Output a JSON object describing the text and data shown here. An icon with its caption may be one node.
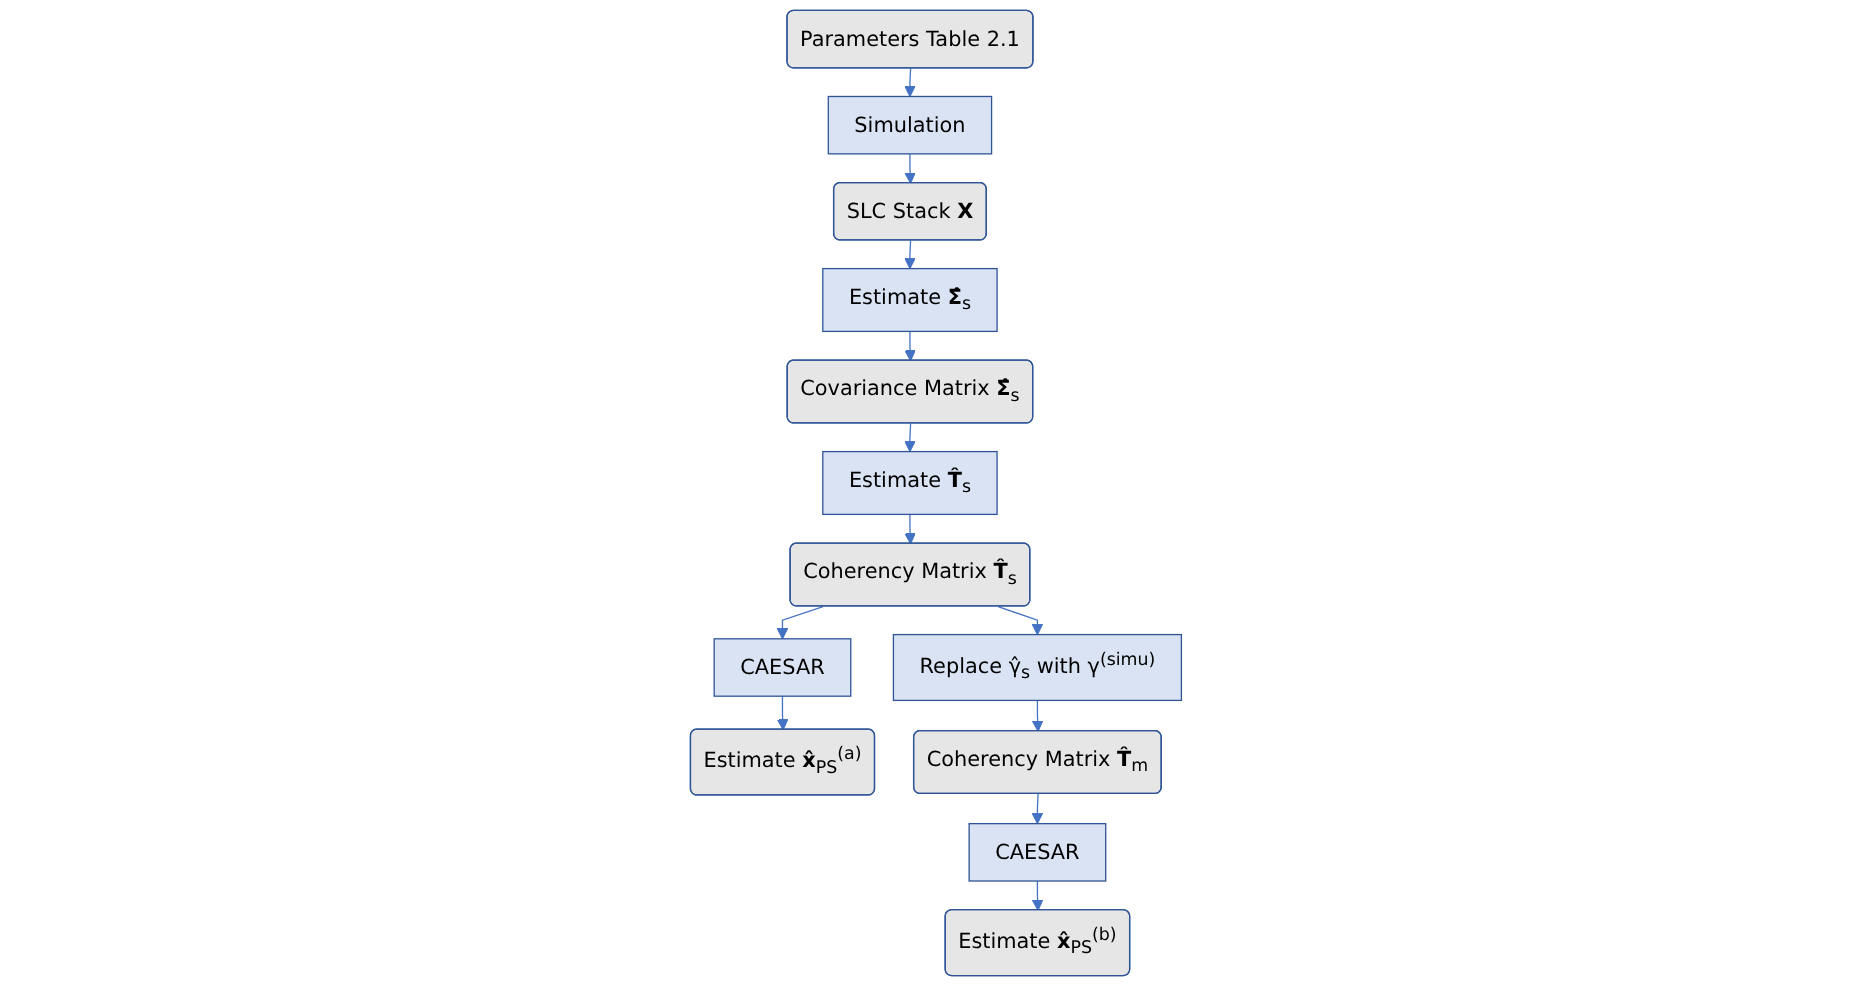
{
  "diagram": {
    "nodes": [
      {
        "text": [
          "Parameters Table 2.1"
        ]
      },
      {
        "text": [
          "Simulation"
        ]
      },
      {
        "text": [
          "SLC Stack **X**"
        ]
      },
      {
        "text": [
          "Estimate **Σ̂**$_{s}$"
        ]
      },
      {
        "text": [
          "Covariance Matrix **Σ̂**$_{s}$"
        ]
      },
      {
        "text": [
          "Estimate **T̂**$_{s}$"
        ]
      },
      {
        "text": [
          "Coherency Matrix **T̂**$_{s}$"
        ]
      },
      {
        "text": [
          "CAESAR"
        ]
      },
      {
        "text": [
          "Estimate **x̂**$_{PS}$$^{(a)}$"
        ]
      },
      {
        "text": [
          "Replace γ̂$_{s}$ with γ$^{(simu)}$"
        ]
      },
      {
        "text": [
          "Coherency Matrix **T̂**$_{m}$"
        ]
      },
      {
        "text": [
          "CAESAR"
        ]
      },
      {
        "text": [
          "Estimate **x̂**$_{PS}$$^{(b)}$"
        ]
      }
    ],
    "edges": [
      {
        "from": 0,
        "to": 1,
        "arrow": "to"
      },
      {
        "from": 1,
        "to": 2,
        "arrow": "to"
      },
      {
        "from": 2,
        "to": 3,
        "arrow": "to"
      },
      {
        "from": 3,
        "to": 4,
        "arrow": "to"
      },
      {
        "from": 4,
        "to": 5,
        "arrow": "to"
      },
      {
        "from": 5,
        "to": 6,
        "arrow": "to"
      },
      {
        "from": 6,
        "to": 7,
        "arrow": "to"
      },
      {
        "from": 7,
        "to": 8,
        "arrow": "to"
      },
      {
        "from": 6,
        "to": 9,
        "arrow": "to"
      },
      {
        "from": 9,
        "to": 10,
        "arrow": "to"
      },
      {
        "from": 10,
        "to": 11,
        "arrow": "to"
      },
      {
        "from": 11,
        "to": 12,
        "arrow": "to"
      }
    ]
  }
}
